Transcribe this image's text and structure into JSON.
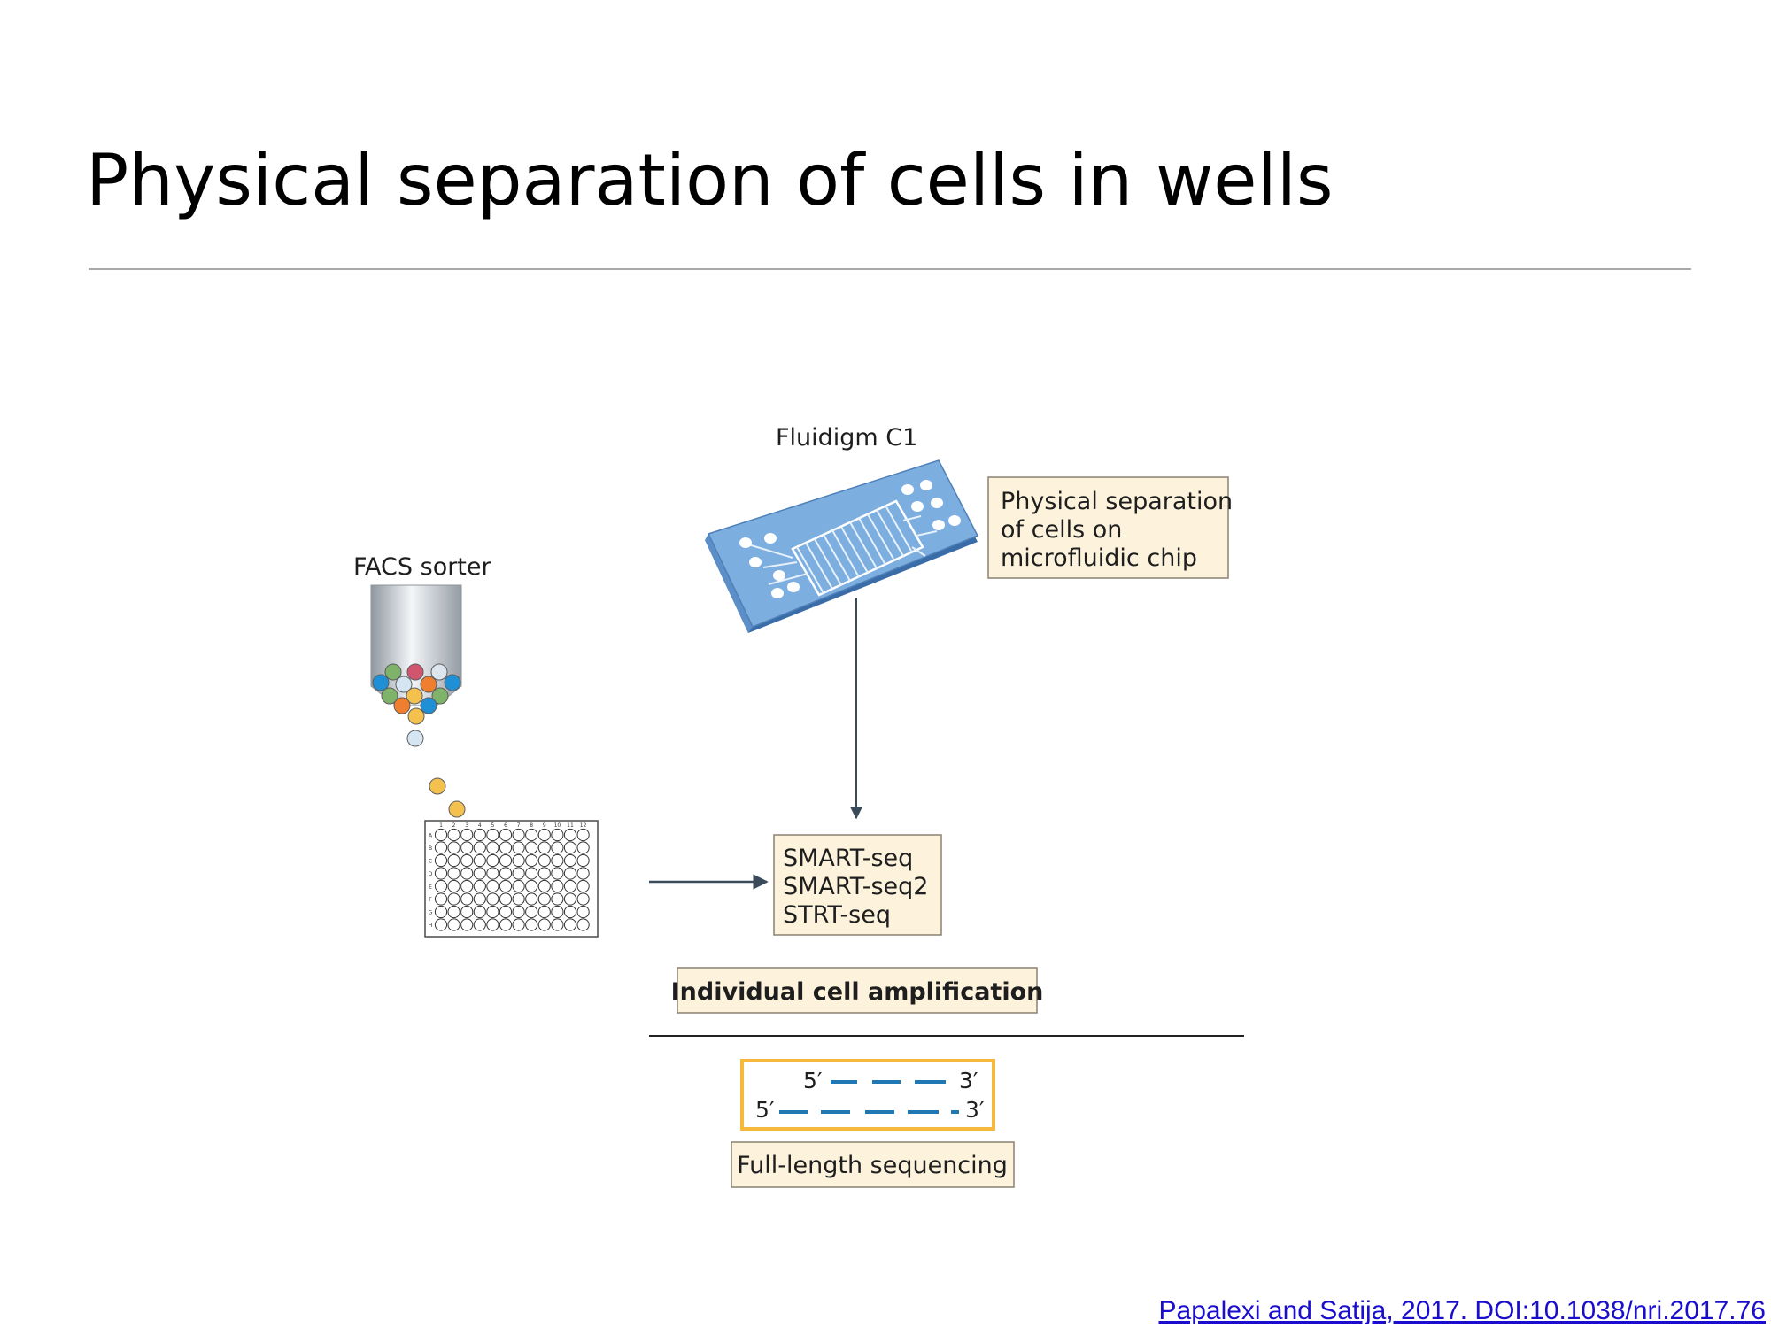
{
  "slide": {
    "title": "Physical separation of cells in wells",
    "citation": "Papalexi and Satija, 2017. DOI:10.1038/nri.2017.76"
  },
  "figure": {
    "fluidigm_label": "Fluidigm C1",
    "chip_note_lines": [
      "Physical separation",
      "of cells on",
      "microfluidic chip"
    ],
    "facs_label": "FACS sorter",
    "plate_columns": [
      "1",
      "2",
      "3",
      "4",
      "5",
      "6",
      "7",
      "8",
      "9",
      "10",
      "11",
      "12"
    ],
    "plate_rows": [
      "A",
      "B",
      "C",
      "D",
      "E",
      "F",
      "G",
      "H"
    ],
    "methods": [
      "SMART-seq",
      "SMART-seq2",
      "STRT-seq"
    ],
    "amplification_label": "Individual cell amplification",
    "prime5": "5′",
    "prime3": "3′",
    "sequencing_label": "Full-length sequencing"
  },
  "colors": {
    "box_fill": "#fdf3dc",
    "box_border": "#8a8070",
    "chip_blue": "#7daee0",
    "read_blue": "#1f77b4",
    "read_box": "#f6b93b",
    "arrow": "#3a4a5a"
  }
}
